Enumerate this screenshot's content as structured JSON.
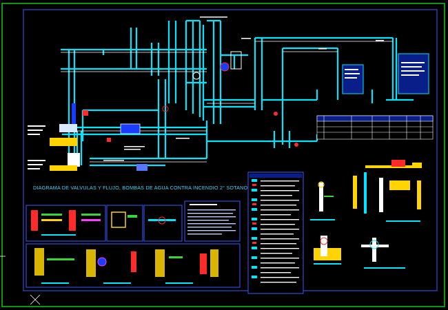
{
  "drawing": {
    "title": "DIAGRAMA DE VALVULAS Y FLUJO, BOMBAS DE AGUA CONTRA INCENDIO 2° SOTANO",
    "colors": {
      "background": "#000000",
      "frame_outer": "#14c814",
      "frame_inner": "#3a5cff",
      "pipe": "#00e5ff",
      "pipe_secondary": "#ffffff",
      "accent_red": "#ff2a2a",
      "accent_yellow": "#ffd400",
      "accent_magenta": "#ff3cff",
      "accent_green": "#37d637",
      "panel_fill": "#0a1e8a"
    }
  },
  "detail_panels": {
    "count": 8,
    "legend_rows": 24
  },
  "table": {
    "rows": 4,
    "cols": 7
  }
}
